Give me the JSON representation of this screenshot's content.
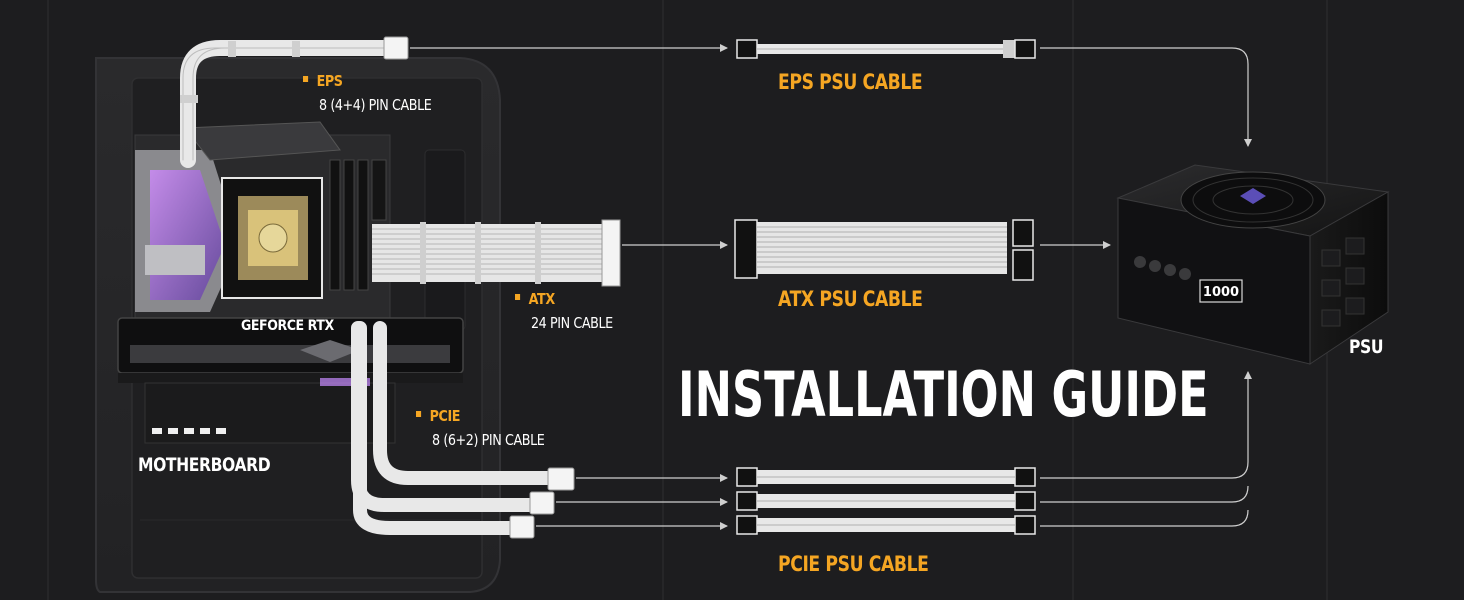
{
  "title": "INSTALLATION GUIDE",
  "labels": {
    "motherboard": "MOTHERBOARD",
    "psu": "PSU",
    "gpu_text": "GEFORCE RTX",
    "psu_display": "1000"
  },
  "connectors": {
    "eps": {
      "name": "EPS",
      "spec": "8 (4+4) PIN CABLE"
    },
    "atx": {
      "name": "ATX",
      "spec": "24 PIN CABLE"
    },
    "pcie": {
      "name": "PCIE",
      "spec": "8 (6+2) PIN CABLE"
    }
  },
  "psu_cables": {
    "eps": "EPS PSU CABLE",
    "atx": "ATX PSU CABLE",
    "pcie": "PCIE PSU CABLE"
  },
  "colors": {
    "background": "#1d1d1f",
    "accent": "#f5a623",
    "cable": "#e8e8e8",
    "line": "#cfcfcf"
  }
}
